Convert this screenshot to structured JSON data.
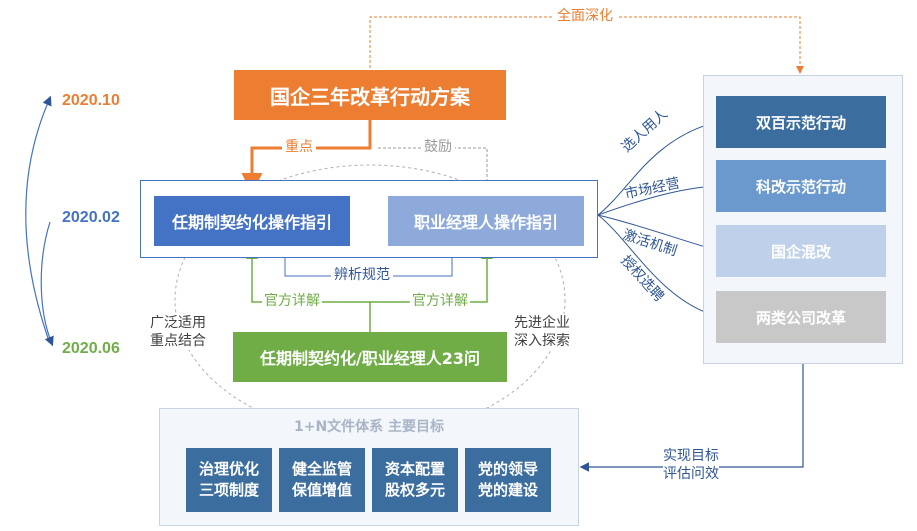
{
  "dates": [
    "2020.10",
    "2020.02",
    "2020.06"
  ],
  "top_link": "全面深化",
  "main_plan": "国企三年改革行动方案",
  "edge_focus": "重点",
  "edge_encourage": "鼓励",
  "guide_left": "任期制契约化操作指引",
  "guide_right": "职业经理人操作指引",
  "edge_distinguish": "辨析规范",
  "edge_official_left": "官方详解",
  "edge_official_right": "官方详解",
  "qa_box": "任期制契约化/职业经理人23问",
  "side_left": [
    "广泛适用",
    "重点结合"
  ],
  "side_right": [
    "先进企业",
    "深入探索"
  ],
  "bottom_title": "1+N文件体系 主要目标",
  "goals": [
    [
      "治理优化",
      "三项制度"
    ],
    [
      "健全监管",
      "保值增值"
    ],
    [
      "资本配置",
      "股权多元"
    ],
    [
      "党的领导",
      "党的建设"
    ]
  ],
  "actions": [
    "双百示范行动",
    "科改示范行动",
    "国企混改",
    "两类公司改革"
  ],
  "branch_labels": [
    "选人用人",
    "市场经营",
    "激活机制",
    "授权选聘"
  ],
  "eval_label": [
    "实现目标",
    "评估问效"
  ],
  "colors": {
    "orange": "#ed7d31",
    "blue_dark": "#4472c4",
    "blue_light": "#8eaadb",
    "green": "#70ad47",
    "navy": "#2f5597"
  }
}
